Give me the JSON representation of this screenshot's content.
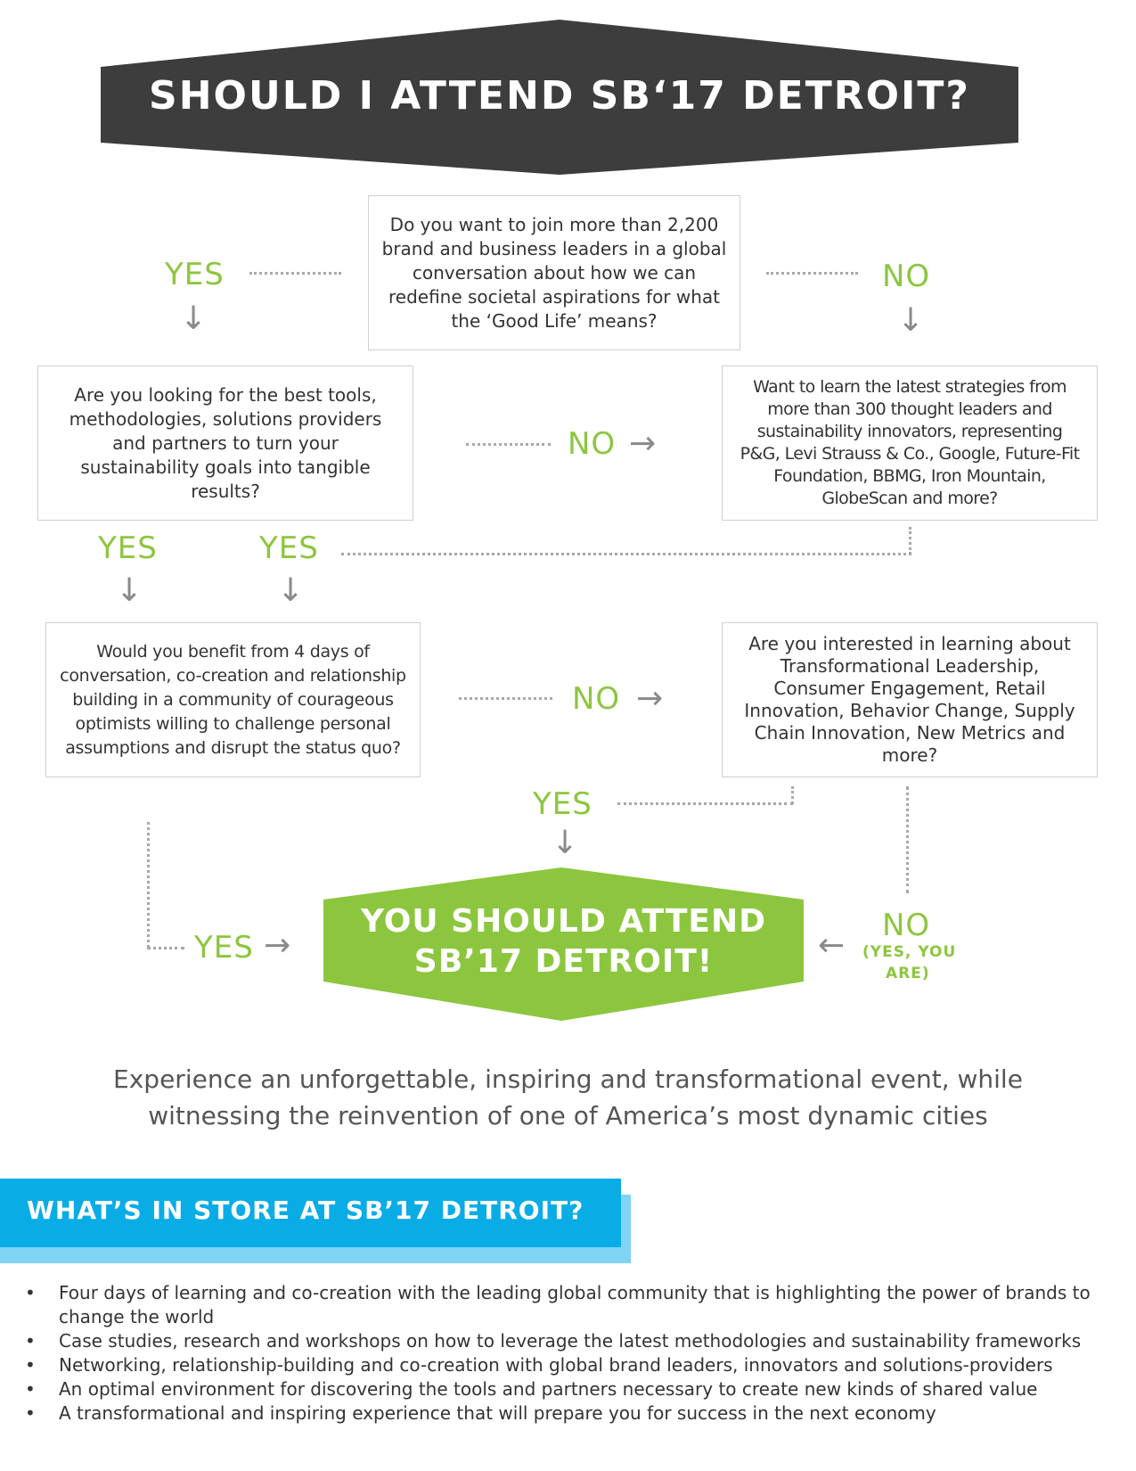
{
  "title": "SHOULD I ATTEND SB‘17 DETROIT?",
  "questions": {
    "q1": "Do you want to join more than 2,200 brand and business leaders in a global conversation about how we can redefine societal aspirations for what the ‘Good Life’ means?",
    "q2": "Are you looking for the best tools, methodologies, solutions providers and partners to turn your sustainability goals into tangible results?",
    "q3": "Want to learn the latest strategies from more than 300 thought leaders and sustainability innovators, representing P&G, Levi Strauss & Co., Google, Future-Fit Foundation, BBMG, Iron Mountain, GlobeScan and more?",
    "q4": "Would you benefit from 4 days of conversation, co-creation and relationship building in a community of courageous optimists willing to challenge personal assumptions and disrupt the status quo?",
    "q5": "Are you interested in learning about Transformational Leadership, Consumer Engagement, Retail Innovation, Behavior Change, Supply Chain Innovation, New Metrics and more?"
  },
  "labels": {
    "yes": "YES",
    "no": "NO",
    "no_note_line1": "(YES, YOU",
    "no_note_line2": "ARE)"
  },
  "result": {
    "line1": "YOU SHOULD ATTEND",
    "line2": "SB’17 DETROIT!"
  },
  "tagline": "Experience an unforgettable, inspiring and transformational event, while witnessing the reinvention of one of America’s most dynamic cities",
  "store": {
    "title": "WHAT’S IN STORE AT SB’17 DETROIT?",
    "bullet_char": "•",
    "items": [
      "Four days of learning and co-creation with the leading global community that is highlighting the power of brands to change the world",
      "Case studies, research and workshops on how to leverage the latest methodologies and sustainability frameworks",
      "Networking, relationship-building and co-creation with global brand leaders, innovators and solutions-providers",
      "An optimal environment for discovering the tools and partners necessary to create new kinds of shared value",
      "A transformational and inspiring experience that will prepare you for success in the next economy"
    ]
  },
  "colors": {
    "banner": "#3d3d3d",
    "green": "#8cc63f",
    "blue": "#0aace6",
    "blue_light": "#7fd3f3",
    "arrow": "#8a8a8a"
  }
}
